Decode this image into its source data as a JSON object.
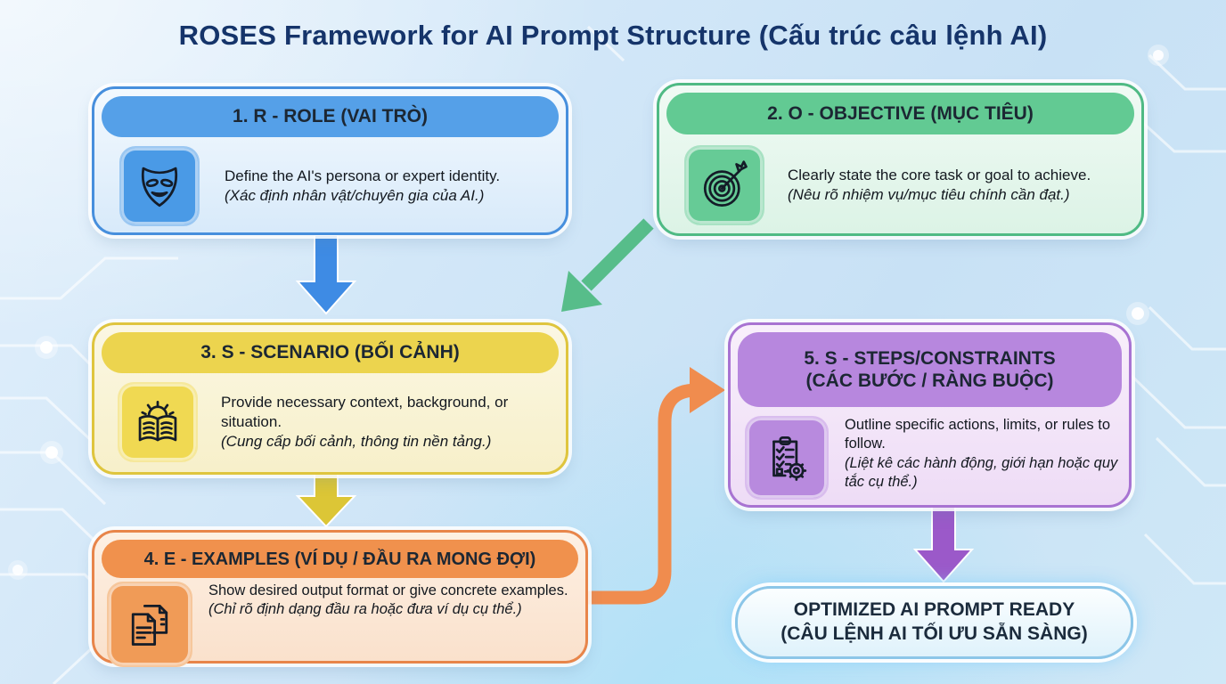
{
  "title": "ROSES Framework for AI Prompt Structure (Cấu trúc câu lệnh AI)",
  "cards": [
    {
      "header": "1. R - ROLE (VAI TRÒ)",
      "desc": "Define the AI's persona or expert identity.",
      "translation": "(Xác định nhân vật/chuyên gia của AI.)",
      "icon": "theater-mask-icon",
      "header_color": "#55a0e8",
      "border_color": "#478fdd"
    },
    {
      "header": "2. O - OBJECTIVE (MỤC TIÊU)",
      "desc": "Clearly state the core task or goal to achieve.",
      "translation": "(Nêu rõ nhiệm vụ/mục tiêu chính cần đạt.)",
      "icon": "target-icon",
      "header_color": "#62ca93",
      "border_color": "#4fba84"
    },
    {
      "header": "3. S - SCENARIO (BỐI CẢNH)",
      "desc": "Provide necessary context, background, or situation.",
      "translation": "(Cung cấp bối cảnh, thông tin nền tảng.)",
      "icon": "book-sun-icon",
      "header_color": "#ecd44e",
      "border_color": "#dfc53e"
    },
    {
      "header": "4. E - EXAMPLES (VÍ DỤ / ĐẦU RA MONG ĐỢI)",
      "desc": "Show desired output format or give concrete examples.",
      "translation": "(Chỉ rõ định dạng đầu ra hoặc đưa ví dụ cụ thể.)",
      "icon": "documents-icon",
      "header_color": "#f0914d",
      "border_color": "#e8854a"
    },
    {
      "header_line1": "5. S - STEPS/CONSTRAINTS",
      "header_line2": "(CÁC BƯỚC / RÀNG BUỘC)",
      "desc": "Outline specific actions, limits, or rules to follow.",
      "translation": "(Liệt kê các hành động, giới hạn hoặc quy tắc cụ thể.)",
      "icon": "checklist-gear-icon",
      "header_color": "#b787de",
      "border_color": "#a873d2"
    }
  ],
  "result": {
    "line1": "OPTIMIZED AI PROMPT READY",
    "line2": "(CÂU LỆNH AI TỐI ƯU SẴN SÀNG)"
  },
  "arrows": [
    {
      "name": "role-to-scenario",
      "color": "#3e8be4",
      "direction": "down"
    },
    {
      "name": "objective-to-scenario",
      "color": "#57bd8a",
      "direction": "down-left"
    },
    {
      "name": "scenario-to-examples",
      "color": "#dcc636",
      "direction": "down"
    },
    {
      "name": "examples-to-steps",
      "color": "#f08c4e",
      "direction": "right-up-elbow"
    },
    {
      "name": "steps-to-result",
      "color": "#9b59c9",
      "direction": "down"
    }
  ],
  "title_color": "#15346a"
}
